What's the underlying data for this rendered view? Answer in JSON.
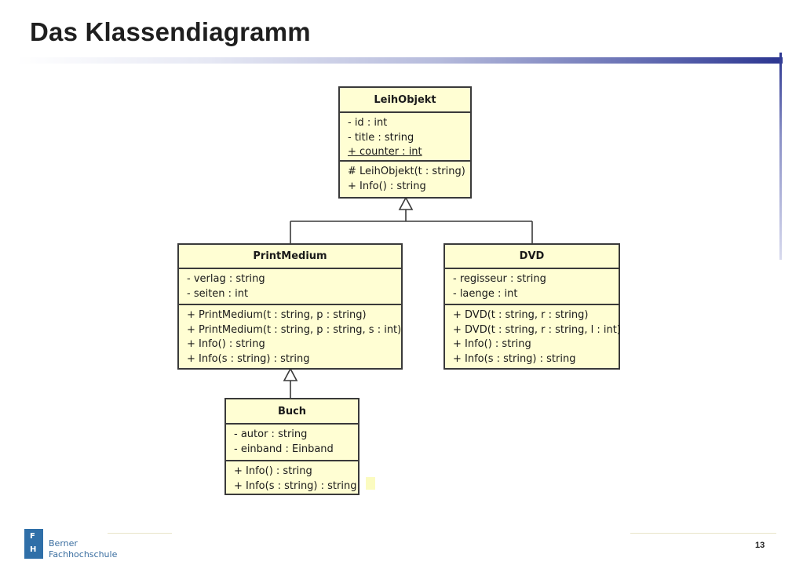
{
  "slide": {
    "title": "Das Klassendiagramm",
    "page_number": "13"
  },
  "logo": {
    "letter1": "F",
    "letter2": "H",
    "line1": "Berner",
    "line2": "Fachhochschule"
  },
  "classes": {
    "leihobjekt": {
      "name": "LeihObjekt",
      "attributes": [
        "- id : int",
        "- title : string",
        "+ counter : int"
      ],
      "methods": [
        "# LeihObjekt(t : string)",
        "+ Info() : string"
      ]
    },
    "printmedium": {
      "name": "PrintMedium",
      "attributes": [
        "- verlag : string",
        "- seiten : int"
      ],
      "methods": [
        "+ PrintMedium(t : string, p : string)",
        "+ PrintMedium(t : string, p : string, s : int)",
        "+ Info() : string",
        "+ Info(s : string) : string"
      ]
    },
    "dvd": {
      "name": "DVD",
      "attributes": [
        "- regisseur : string",
        "- laenge : int"
      ],
      "methods": [
        "+ DVD(t : string, r : string)",
        "+ DVD(t : string, r : string, l : int)",
        "+ Info() : string",
        "+ Info(s : string) : string"
      ]
    },
    "buch": {
      "name": "Buch",
      "attributes": [
        "- autor : string",
        "- einband : Einband"
      ],
      "methods": [
        "+ Info() : string",
        "+ Info(s : string) : string"
      ]
    }
  },
  "colors": {
    "class_fill": "#fffed3",
    "class_border": "#3a3a3a",
    "accent": "#2b3590",
    "logo": "#2f6fa8"
  }
}
